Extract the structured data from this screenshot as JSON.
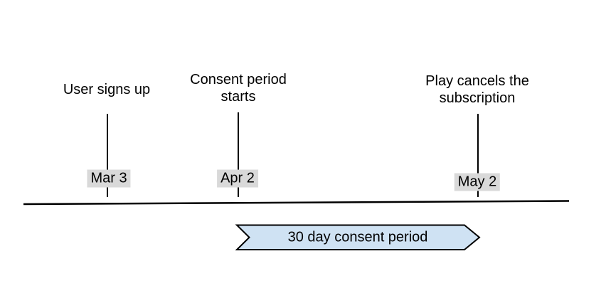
{
  "diagram": {
    "type": "timeline",
    "background_color": "#ffffff",
    "line_color": "#000000",
    "events": [
      {
        "title": "User signs up",
        "date": "Mar 3"
      },
      {
        "title": "Consent period\nstarts",
        "date": "Apr 2"
      },
      {
        "title": "Play cancels the\nsubscription",
        "date": "May 2"
      }
    ],
    "date_label_background": "#d9d9d9",
    "banner": {
      "label": "30 day consent period",
      "fill": "#cfe2f3",
      "border": "#000000"
    }
  }
}
